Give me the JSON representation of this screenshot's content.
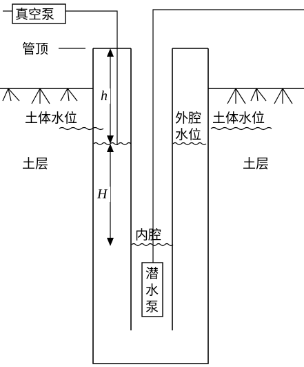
{
  "labels": {
    "vacuum_pump": "真空泵",
    "pipe_top": "管顶",
    "soil_water_level_left": "土体水位",
    "soil_water_level_right": "土体水位",
    "outer_cavity_water_level_line1": "外腔",
    "outer_cavity_water_level_line2": "水位",
    "soil_layer_left": "土层",
    "soil_layer_right": "土层",
    "inner_cavity": "内腔",
    "submersible_pump_char1": "潜",
    "submersible_pump_char2": "水",
    "submersible_pump_char3": "泵",
    "dim_h": "h",
    "dim_H": "H"
  }
}
